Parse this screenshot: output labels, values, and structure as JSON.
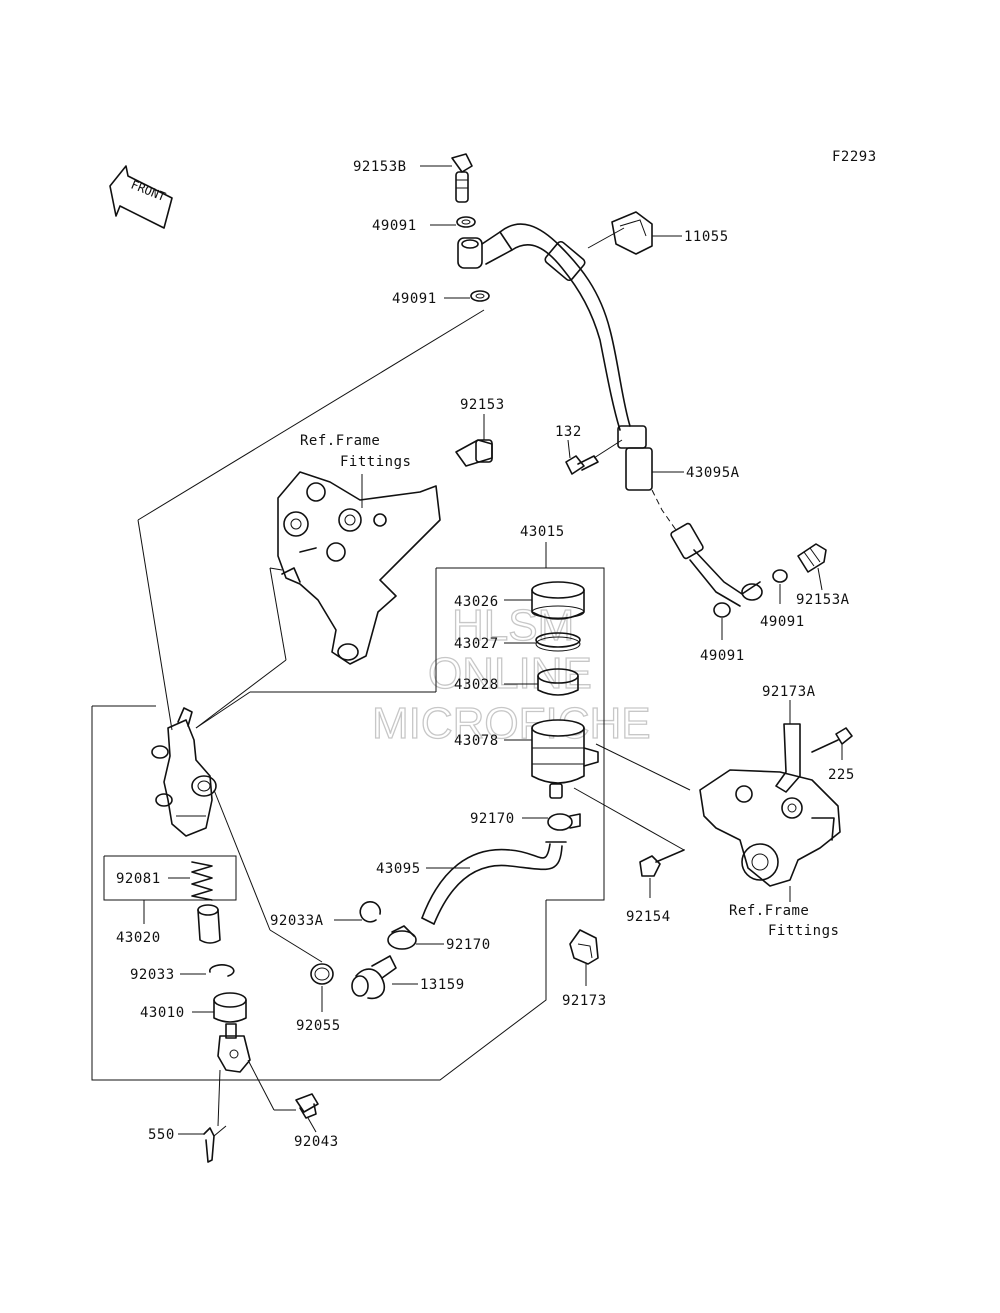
{
  "figure_code": "F2293",
  "front_label": "FRONT",
  "watermark": [
    "HLSM",
    "ONLINE",
    "MICROFICHE"
  ],
  "labels": {
    "p92153B": "92153B",
    "p49091a": "49091",
    "p49091b": "49091",
    "p11055": "11055",
    "p92153": "92153",
    "p132": "132",
    "p43095A": "43095A",
    "p43015": "43015",
    "p43026": "43026",
    "p43027": "43027",
    "p43028": "43028",
    "p43078": "43078",
    "p92153A": "92153A",
    "p49091c": "49091",
    "p49091d": "49091",
    "p92173A": "92173A",
    "p225": "225",
    "p92170a": "92170",
    "p43095": "43095",
    "p92154": "92154",
    "p92081": "92081",
    "p43020": "43020",
    "p92033A": "92033A",
    "p92170b": "92170",
    "p92033": "92033",
    "p13159": "13159",
    "p43010": "43010",
    "p92055": "92055",
    "p92173": "92173",
    "p550": "550",
    "p92043": "92043"
  },
  "ref_frame_fittings_upper": [
    "Ref.Frame",
    "Fittings"
  ],
  "ref_frame_fittings_lower": [
    "Ref.Frame",
    "Fittings"
  ]
}
